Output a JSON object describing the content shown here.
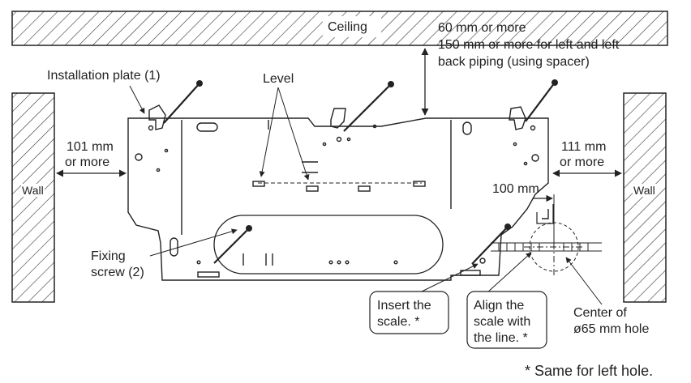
{
  "labels": {
    "ceiling": "Ceiling",
    "clearance_top": [
      "60 mm or more",
      "150 mm or more for left and left",
      "back piping (using spacer)"
    ],
    "installation_plate": "Installation plate (1)",
    "level": "Level",
    "left_clearance": [
      "101 mm",
      "or more"
    ],
    "right_clearance": [
      "111 mm",
      "or more"
    ],
    "wall_left": "Wall",
    "wall_right": "Wall",
    "hole_offset": "100 mm",
    "fixing_screw": [
      "Fixing",
      "screw (2)"
    ],
    "insert_scale": [
      "Insert the",
      "scale. *"
    ],
    "align_scale": [
      "Align the",
      "scale with",
      "the line. *"
    ],
    "hole_center": [
      "Center of",
      "ø65 mm hole"
    ],
    "footnote": "* Same for left hole."
  }
}
